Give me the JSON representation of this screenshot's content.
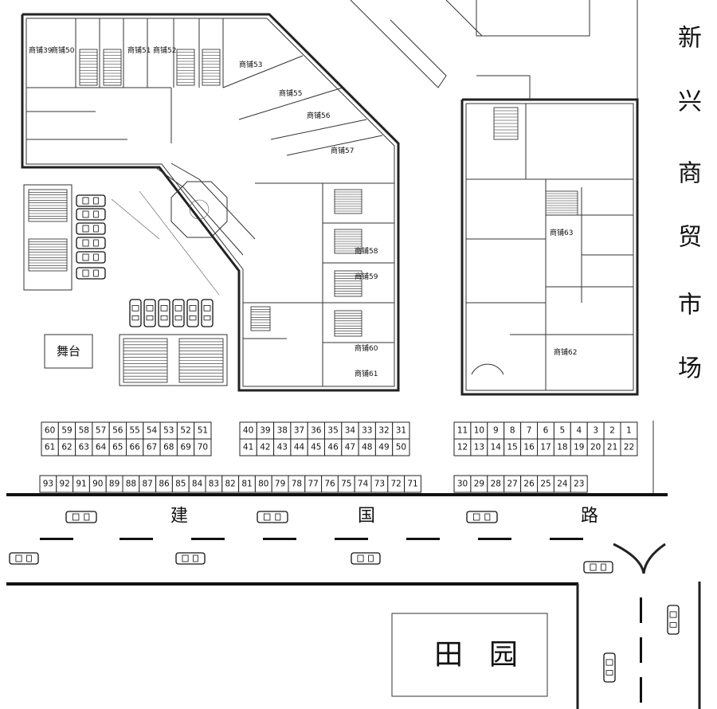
{
  "title_vertical": [
    "新",
    "兴",
    "商",
    "贸",
    "市",
    "场"
  ],
  "road_name": [
    "建",
    "国",
    "路"
  ],
  "park_name": [
    "田",
    "园"
  ],
  "stage_label": "舞台",
  "shop_labels": {
    "s39": "商铺39",
    "s50": "商铺50",
    "s51": "商铺51",
    "s52": "商铺52",
    "s53": "商铺53",
    "s55": "商铺55",
    "s56": "商铺56",
    "s57": "商铺57",
    "s58": "商铺58",
    "s59": "商铺59",
    "s60": "商铺60",
    "s61": "商铺61",
    "s62": "商铺62",
    "s63": "商铺63"
  },
  "stalls": {
    "left_top": [
      "60",
      "59",
      "58",
      "57",
      "56",
      "55",
      "54",
      "53",
      "52",
      "51"
    ],
    "left_bottom": [
      "61",
      "62",
      "63",
      "64",
      "65",
      "66",
      "67",
      "68",
      "69",
      "70"
    ],
    "mid_top": [
      "40",
      "39",
      "38",
      "37",
      "36",
      "35",
      "34",
      "33",
      "32",
      "31"
    ],
    "mid_bottom": [
      "41",
      "42",
      "43",
      "44",
      "45",
      "46",
      "47",
      "48",
      "49",
      "50"
    ],
    "right_top": [
      "11",
      "10",
      "9",
      "8",
      "7",
      "6",
      "5",
      "4",
      "3",
      "2",
      "1"
    ],
    "right_bottom": [
      "12",
      "13",
      "14",
      "15",
      "16",
      "17",
      "18",
      "19",
      "20",
      "21",
      "22"
    ],
    "road_left": [
      "93",
      "92",
      "91",
      "90",
      "89",
      "88",
      "87",
      "86",
      "85",
      "84",
      "83",
      "82",
      "81",
      "80",
      "79",
      "78",
      "77",
      "76",
      "75",
      "74",
      "73",
      "72",
      "71"
    ],
    "road_right": [
      "30",
      "29",
      "28",
      "27",
      "26",
      "25",
      "24",
      "23"
    ]
  }
}
